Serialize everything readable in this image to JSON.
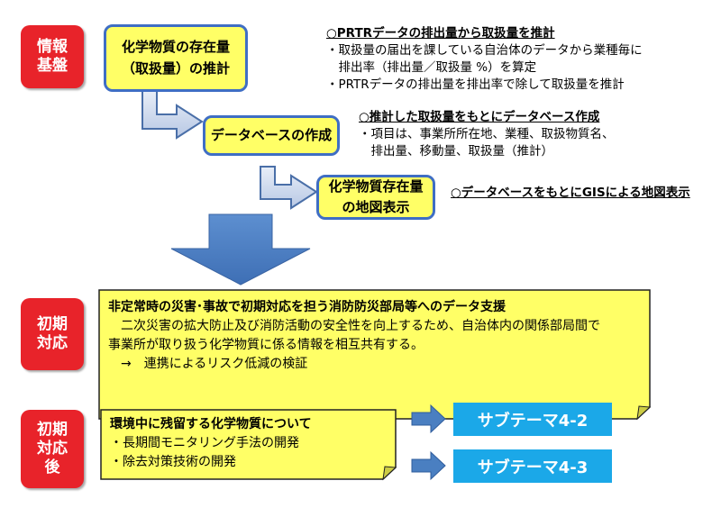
{
  "colors": {
    "red_label": "#e8232a",
    "yellow": "#ffff66",
    "box_border": "#3f6ec4",
    "arrow_fill": "#4a7fc1",
    "subtheme": "#1ba8e8"
  },
  "labels": {
    "info_base": "情報\n基盤",
    "initial_response": "初期\n対応",
    "post_initial": "初期\n対応\n後"
  },
  "flow": {
    "box1": "化学物質の存在量\n（取扱量）の推計",
    "box2": "データベースの作成",
    "box3": "化学物質存在量\nの地図表示"
  },
  "notes": {
    "n1": {
      "heading": "○PRTRデータの排出量から取扱量を推計",
      "lines": [
        "・取扱量の届出を課している自治体のデータから業種毎に",
        "　排出率（排出量／取扱量 %）を算定",
        "・PRTRデータの排出量を排出率で除して取扱量を推計"
      ]
    },
    "n2": {
      "heading": "○推計した取扱量をもとにデータベース作成",
      "lines": [
        "・項目は、事業所所在地、業種、取扱物質名、",
        "　排出量、移動量、取扱量（推計）"
      ]
    },
    "n3": {
      "heading": "○データベースをもとにGISによる地図表示"
    }
  },
  "initial_box": {
    "heading": "非定常時の災害･事故で初期対応を担う消防防災部局等へのデータ支援",
    "lines": [
      "　二次災害の拡大防止及び消防活動の安全性を向上するため、自治体内の関係部局間で",
      "事業所が取り扱う化学物質に係る情報を相互共有する。",
      "　→　連携によるリスク低減の検証"
    ]
  },
  "post_box": {
    "heading": "環境中に残留する化学物質について",
    "lines": [
      "・長期間モニタリング手法の開発",
      "・除去対策技術の開発"
    ]
  },
  "subthemes": {
    "s1": "サブテーマ4-2",
    "s2": "サブテーマ4-3"
  }
}
